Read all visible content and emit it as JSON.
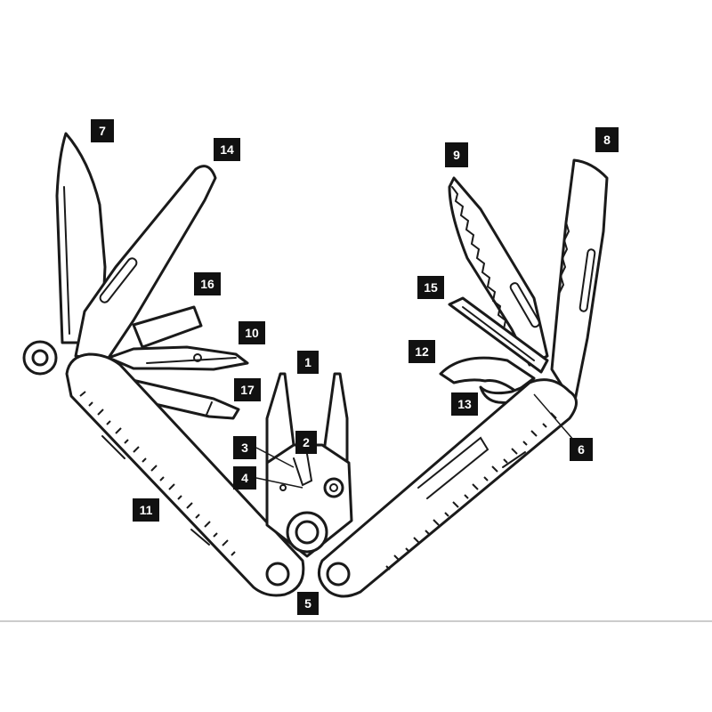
{
  "diagram": {
    "line_color": "#1a1a1a",
    "callouts": [
      {
        "id": "c1",
        "label": "1"
      },
      {
        "id": "c2",
        "label": "2"
      },
      {
        "id": "c3",
        "label": "3"
      },
      {
        "id": "c4",
        "label": "4"
      },
      {
        "id": "c5",
        "label": "5"
      },
      {
        "id": "c6",
        "label": "6"
      },
      {
        "id": "c7",
        "label": "7"
      },
      {
        "id": "c8",
        "label": "8"
      },
      {
        "id": "c9",
        "label": "9"
      },
      {
        "id": "c10",
        "label": "10"
      },
      {
        "id": "c11",
        "label": "11"
      },
      {
        "id": "c12",
        "label": "12"
      },
      {
        "id": "c13",
        "label": "13"
      },
      {
        "id": "c14",
        "label": "14"
      },
      {
        "id": "c15",
        "label": "15"
      },
      {
        "id": "c16",
        "label": "16"
      },
      {
        "id": "c17",
        "label": "17"
      }
    ]
  }
}
